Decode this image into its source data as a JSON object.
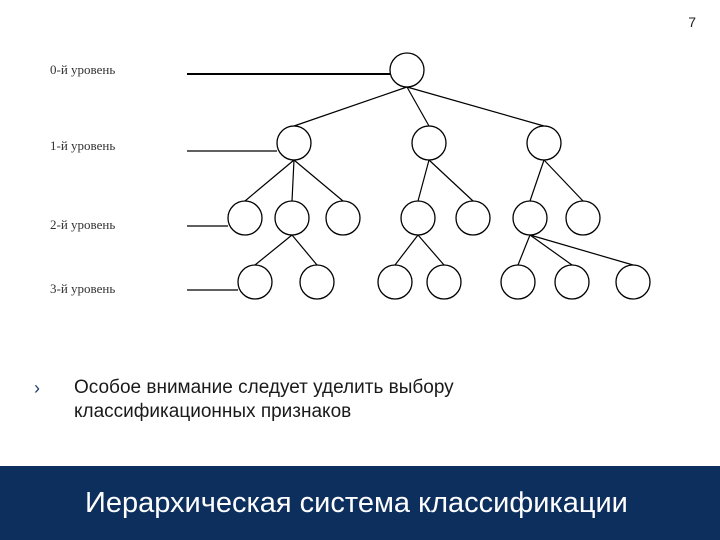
{
  "slide": {
    "page_number": "7",
    "bullet_marker": "›",
    "bullet_line1": "Особое внимание следует уделить выбору",
    "bullet_line2": "классификационных признаков",
    "title": "Иерархическая система классификации",
    "title_bar_color": "#0d2f5e"
  },
  "diagram": {
    "levels": [
      {
        "label": "0-й уровень"
      },
      {
        "label": "1-й уровень"
      },
      {
        "label": "2-й уровень"
      },
      {
        "label": "3-й уровень"
      }
    ],
    "nodes": [
      {
        "id": "n0",
        "level": 0,
        "parent": null
      },
      {
        "id": "n1a",
        "level": 1,
        "parent": "n0"
      },
      {
        "id": "n1b",
        "level": 1,
        "parent": "n0"
      },
      {
        "id": "n1c",
        "level": 1,
        "parent": "n0"
      },
      {
        "id": "n2a",
        "level": 2,
        "parent": "n1a"
      },
      {
        "id": "n2b",
        "level": 2,
        "parent": "n1a"
      },
      {
        "id": "n2c",
        "level": 2,
        "parent": "n1a"
      },
      {
        "id": "n2d",
        "level": 2,
        "parent": "n1b"
      },
      {
        "id": "n2e",
        "level": 2,
        "parent": "n1b"
      },
      {
        "id": "n2f",
        "level": 2,
        "parent": "n1c"
      },
      {
        "id": "n2g",
        "level": 2,
        "parent": "n1c"
      },
      {
        "id": "n3a",
        "level": 3,
        "parent": "n2b"
      },
      {
        "id": "n3b",
        "level": 3,
        "parent": "n2b"
      },
      {
        "id": "n3c",
        "level": 3,
        "parent": "n2d"
      },
      {
        "id": "n3d",
        "level": 3,
        "parent": "n2d"
      },
      {
        "id": "n3e",
        "level": 3,
        "parent": "n2f"
      },
      {
        "id": "n3f",
        "level": 3,
        "parent": "n2f"
      },
      {
        "id": "n3g",
        "level": 3,
        "parent": "n2f"
      }
    ]
  }
}
